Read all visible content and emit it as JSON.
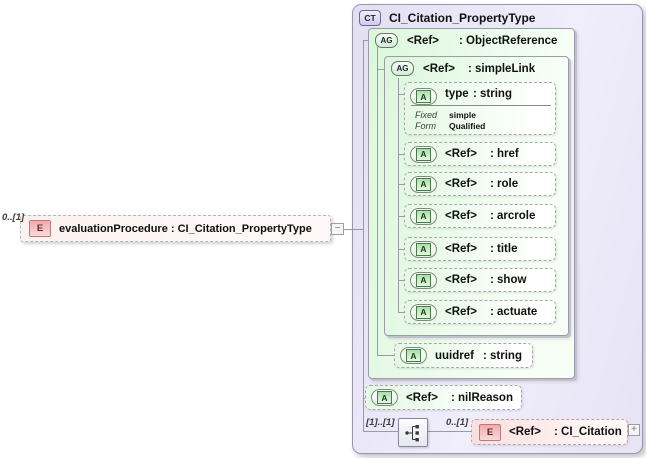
{
  "colors": {
    "panel_fill": "#e2dff4",
    "group_fill": "#dcf7dc",
    "attribute_fill": "#e4f9e4",
    "element_fill": "#fdf0f0",
    "element_icon_fill": "#f4a9a9",
    "connector": "#9a9aa6"
  },
  "source": {
    "cardinality": "0..[1]",
    "icon": "E",
    "label": "evaluationProcedure : CI_Citation_PropertyType",
    "collapse_glyph": "−"
  },
  "panel": {
    "icon": "CT",
    "title": "CI_Citation_PropertyType",
    "object_reference": {
      "icon": "AG",
      "name": "<Ref>",
      "type": ": ObjectReference",
      "simple_link": {
        "icon": "AG",
        "name": "<Ref>",
        "type": ": simpleLink",
        "type_attribute": {
          "icon": "A",
          "name": "type",
          "type": ": string",
          "facets": [
            {
              "label": "Fixed",
              "value": "simple"
            },
            {
              "label": "Form",
              "value": "Qualified"
            }
          ]
        },
        "attributes": [
          {
            "icon": "A",
            "name": "<Ref>",
            "type": ": href"
          },
          {
            "icon": "A",
            "name": "<Ref>",
            "type": ": role"
          },
          {
            "icon": "A",
            "name": "<Ref>",
            "type": ": arcrole"
          },
          {
            "icon": "A",
            "name": "<Ref>",
            "type": ": title"
          },
          {
            "icon": "A",
            "name": "<Ref>",
            "type": ": show"
          },
          {
            "icon": "A",
            "name": "<Ref>",
            "type": ": actuate"
          }
        ]
      },
      "uuidref_attribute": {
        "icon": "A",
        "name": "uuidref",
        "type": ": string"
      }
    },
    "nil_reason": {
      "icon": "A",
      "name": "<Ref>",
      "type": ": nilReason"
    },
    "content_model": {
      "compositor": "sequence",
      "compositor_cardinality": "[1]..[1]",
      "element_cardinality": "0..[1]",
      "element": {
        "icon": "E",
        "name": "<Ref>",
        "type": ": CI_Citation",
        "expand_glyph": "+"
      }
    }
  }
}
